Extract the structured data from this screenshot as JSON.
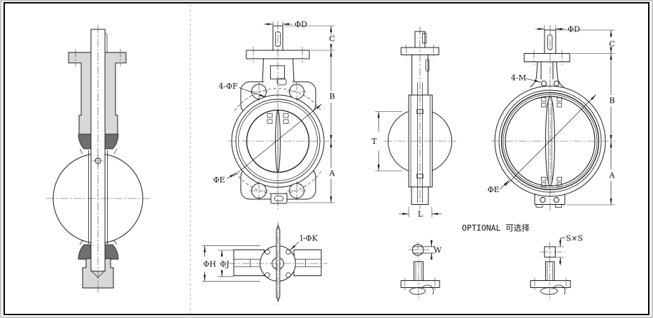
{
  "drawing": {
    "optional_note": "OPTIONAL 可选择",
    "views": {
      "front_lugged": {
        "dim_stem_dia": "ΦD",
        "dim_top": "C",
        "dim_center_to_flange": "B",
        "dim_center_to_bottom": "A",
        "callout_bolt_holes": "4-ΦF",
        "callout_seat_dia": "ΦE"
      },
      "side": {
        "dim_disc": "T",
        "dim_face_to_face": "L"
      },
      "front_wafer": {
        "dim_stem_dia": "ΦD",
        "dim_top": "C",
        "dim_center_to_flange": "B",
        "dim_center_to_bottom": "A",
        "callout_thread_holes": "4-M",
        "callout_seat_dia": "ΦE"
      },
      "bottom_flange": {
        "dim_outer_dia": "ΦH",
        "dim_bolt_circle_dia": "ΦJ",
        "callout_holes": "I-ΦK"
      },
      "stem_flats": {
        "dim_across_flats": "W"
      },
      "stem_square": {
        "dim_square": "S×S"
      }
    },
    "colors": {
      "line": "#1b1b1b",
      "light_fill": "#d8d8d8",
      "dark_fill": "#6f6f6f"
    }
  }
}
